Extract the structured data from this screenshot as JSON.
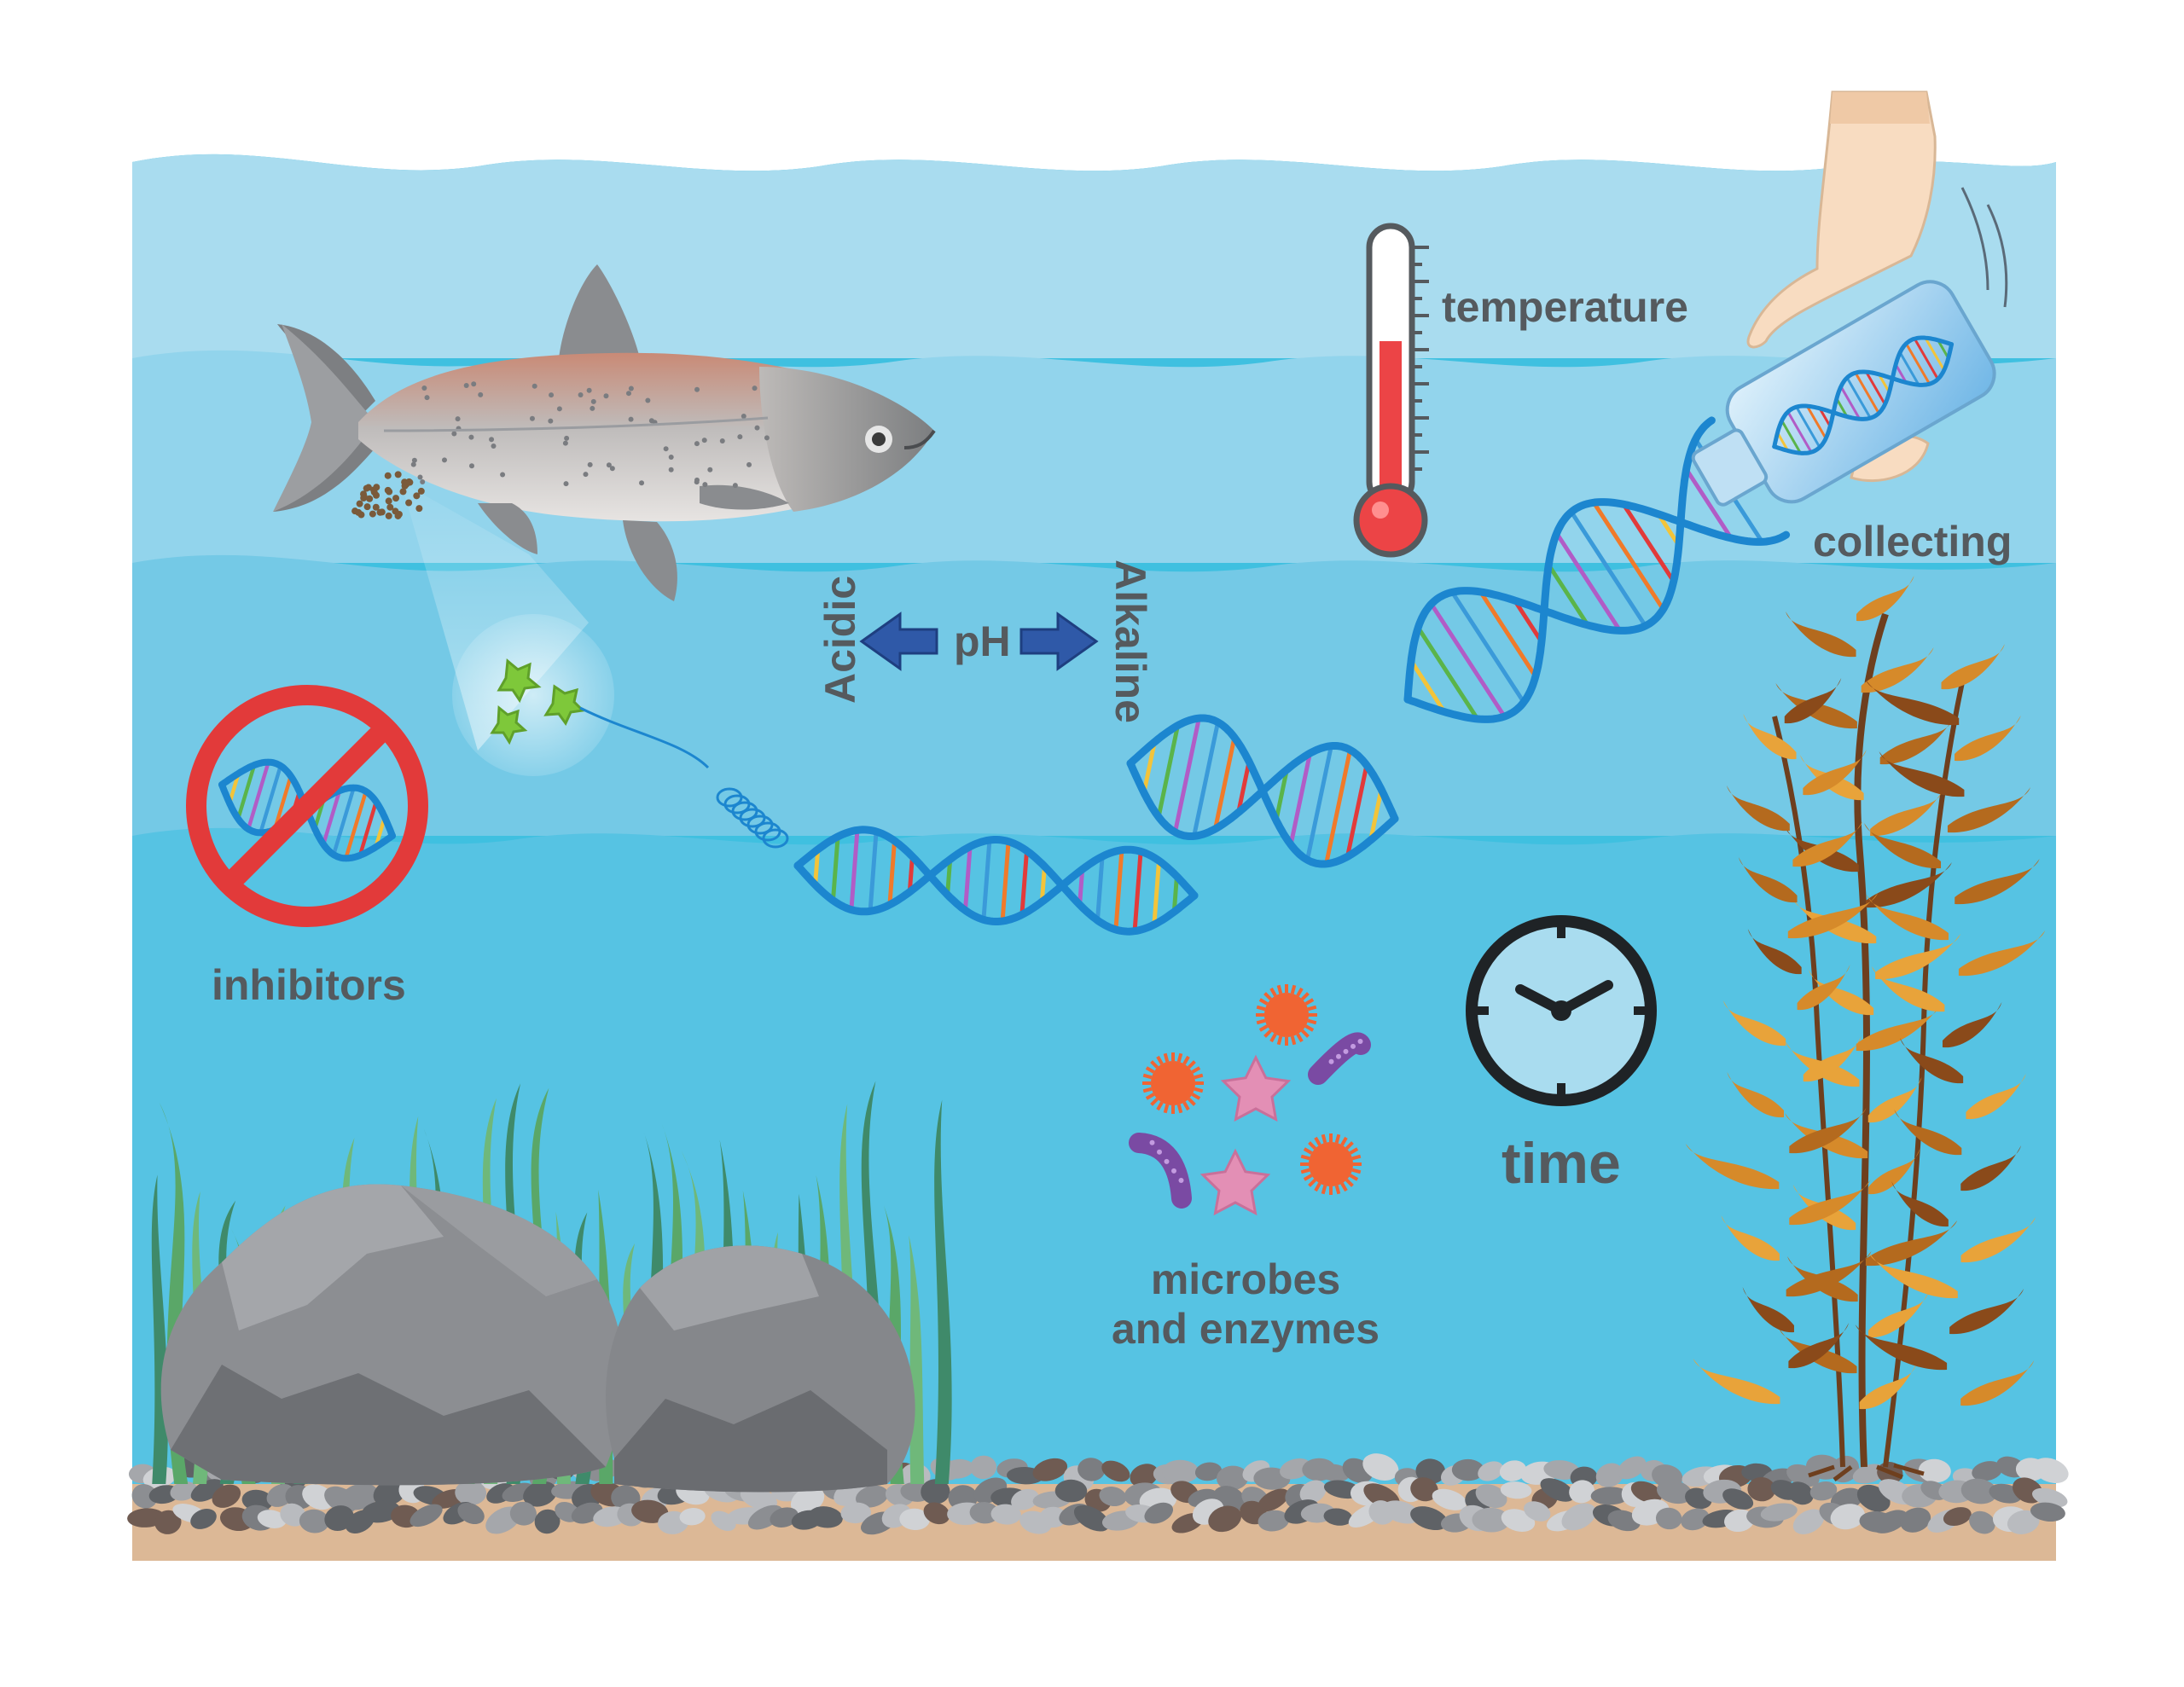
{
  "labels": {
    "temperature": "temperature",
    "collecting": "collecting",
    "acidic": "Acidic",
    "ph": "pH",
    "alkaline": "Alkaline",
    "inhibitors": "inhibitors",
    "time": "time",
    "microbes_line1": "microbes",
    "microbes_line2": "and enzymes"
  },
  "colors": {
    "water_top": "#a9dcef",
    "water_mid": "#74c9e6",
    "water_deep": "#3fc0e0",
    "sand": "#dcb896",
    "text": "#555a5e",
    "dna_backbone": "#1c86cf",
    "arrow_blue": "#2f59a8",
    "no_sign_red": "#e23a3a",
    "thermometer_red": "#ec4446",
    "kelp": "#b46a1e",
    "grass": "#5aa768",
    "rock": "#8c8e92",
    "microbe_orange": "#f06433",
    "microbe_purple": "#7a4aa3",
    "microbe_pink": "#e38fb5"
  },
  "icons": {
    "fish": "fish-icon",
    "thermometer": "thermometer-icon",
    "hand": "gloved-hand-icon",
    "bottle": "sample-bottle-icon",
    "dna": "dna-strand-icon",
    "no_sign": "prohibition-icon",
    "clock": "clock-icon",
    "microbes": "microbes-icon",
    "kelp": "kelp-icon",
    "rocks": "rocks-icon",
    "gravel": "gravel-icon",
    "seagrass": "seagrass-icon",
    "arrow_left": "arrow-left-icon",
    "arrow_right": "arrow-right-icon"
  }
}
